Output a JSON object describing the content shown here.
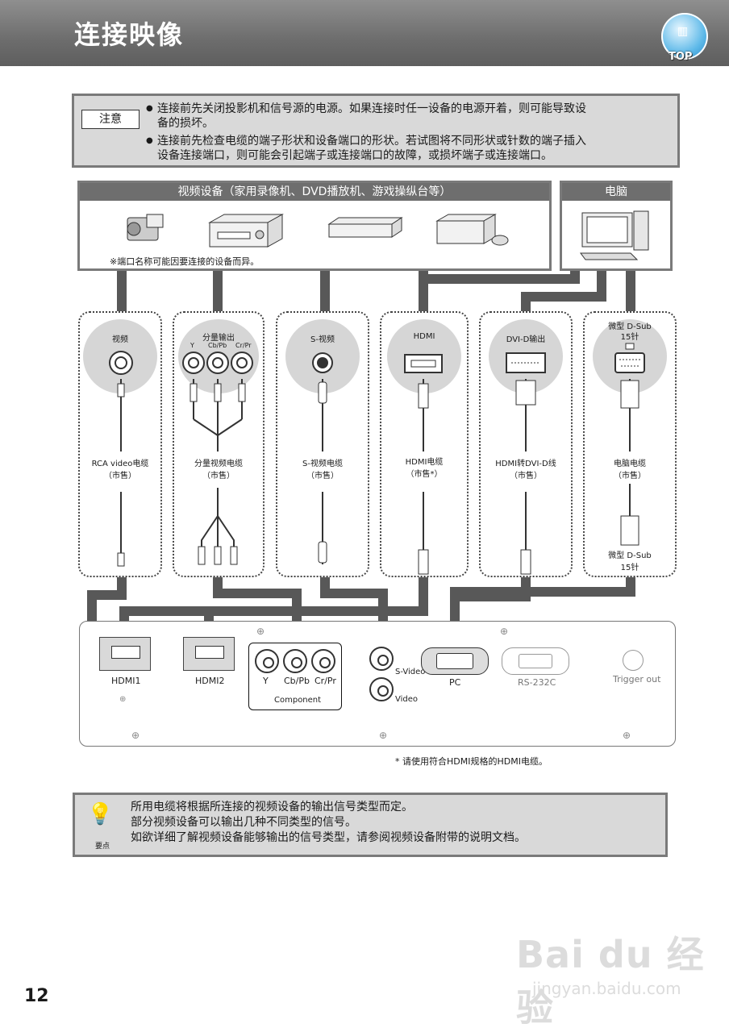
{
  "header": {
    "title": "连接映像",
    "top_label": "TOP"
  },
  "notice": {
    "tag": "注意",
    "items": [
      [
        "连接前先关闭投影机和信号源的电源。如果连接时任一设备的电源开着，则可能导致设",
        "备的损坏。"
      ],
      [
        "连接前先检查电缆的端子形状和设备端口的形状。若试图将不同形状或针数的端子插入",
        "设备连接端口，则可能会引起端子或连接端口的故障，或损坏端子或连接端口。"
      ]
    ]
  },
  "video_devices": {
    "title": "视频设备（家用录像机、DVD播放机、游戏操纵台等）",
    "note": "※端口名称可能因要连接的设备而异。"
  },
  "computer": {
    "title": "电脑"
  },
  "columns": [
    {
      "title": [
        "视频"
      ],
      "cable": [
        "RCA video电缆",
        "（市售）"
      ]
    },
    {
      "title": [
        "分量输出"
      ],
      "sub": [
        "Y",
        "Cb/Pb",
        "Cr/Pr"
      ],
      "cable": [
        "分量视频电缆",
        "（市售）"
      ]
    },
    {
      "title": [
        "S-视频"
      ],
      "cable": [
        "S-视频电缆",
        "（市售）"
      ]
    },
    {
      "title": [
        "HDMI"
      ],
      "cable": [
        "HDMI电缆",
        "（市售*）"
      ]
    },
    {
      "title": [
        "DVI-D输出"
      ],
      "cable": [
        "HDMI转DVI-D线",
        "（市售）"
      ]
    },
    {
      "title": [
        "微型 D-Sub",
        "15针"
      ],
      "cable": [
        "电脑电缆",
        "（市售）"
      ],
      "bottom": [
        "微型 D-Sub",
        "15针"
      ]
    }
  ],
  "panel": {
    "hdmi1": "HDMI1",
    "hdmi2": "HDMI2",
    "component": {
      "y": "Y",
      "cb": "Cb/Pb",
      "cr": "Cr/Pr",
      "label": "Component"
    },
    "svideo": "S-Video",
    "video": "Video",
    "pc": "PC",
    "rs232c": "RS-232C",
    "trigger": "Trigger out"
  },
  "footnote": "* 请使用符合HDMI规格的HDMI电缆。",
  "tip": {
    "label": "要点",
    "lines": [
      "所用电缆将根据所连接的视频设备的输出信号类型而定。",
      "部分视频设备可以输出几种不同类型的信号。",
      "如欲详细了解视频设备能够输出的信号类型，请参阅视频设备附带的说明文档。"
    ]
  },
  "page_number": "12",
  "watermark": {
    "brand": "Bai du 经验",
    "url": "jingyan.baidu.com"
  },
  "colors": {
    "header": "#6d6d6d",
    "box_gray": "#d9d9d9",
    "cable_gray": "#585858",
    "top_blue": "#5cb8e8"
  }
}
